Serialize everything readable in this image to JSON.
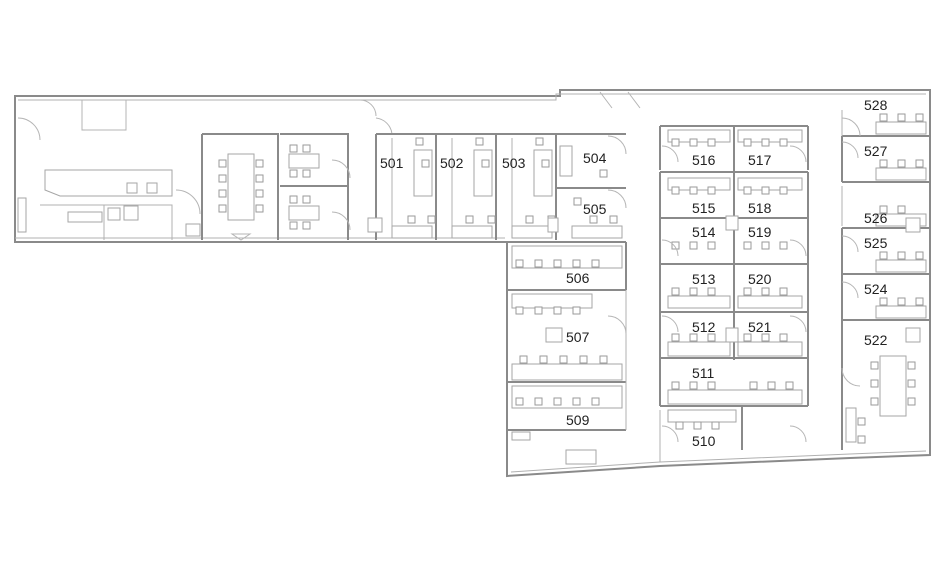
{
  "floor_plan": {
    "rooms": [
      {
        "id": "501",
        "label": "501"
      },
      {
        "id": "502",
        "label": "502"
      },
      {
        "id": "503",
        "label": "503"
      },
      {
        "id": "504",
        "label": "504"
      },
      {
        "id": "505",
        "label": "505"
      },
      {
        "id": "506",
        "label": "506"
      },
      {
        "id": "507",
        "label": "507"
      },
      {
        "id": "509",
        "label": "509"
      },
      {
        "id": "510",
        "label": "510"
      },
      {
        "id": "511",
        "label": "511"
      },
      {
        "id": "512",
        "label": "512"
      },
      {
        "id": "513",
        "label": "513"
      },
      {
        "id": "514",
        "label": "514"
      },
      {
        "id": "515",
        "label": "515"
      },
      {
        "id": "516",
        "label": "516"
      },
      {
        "id": "517",
        "label": "517"
      },
      {
        "id": "518",
        "label": "518"
      },
      {
        "id": "519",
        "label": "519"
      },
      {
        "id": "520",
        "label": "520"
      },
      {
        "id": "521",
        "label": "521"
      },
      {
        "id": "522",
        "label": "522"
      },
      {
        "id": "524",
        "label": "524"
      },
      {
        "id": "525",
        "label": "525"
      },
      {
        "id": "526",
        "label": "526"
      },
      {
        "id": "527",
        "label": "527"
      },
      {
        "id": "528",
        "label": "528"
      }
    ]
  },
  "colors": {
    "wall": "#8a8a8a",
    "furniture": "#a6a6a6",
    "label": "#222222",
    "background": "#ffffff"
  }
}
